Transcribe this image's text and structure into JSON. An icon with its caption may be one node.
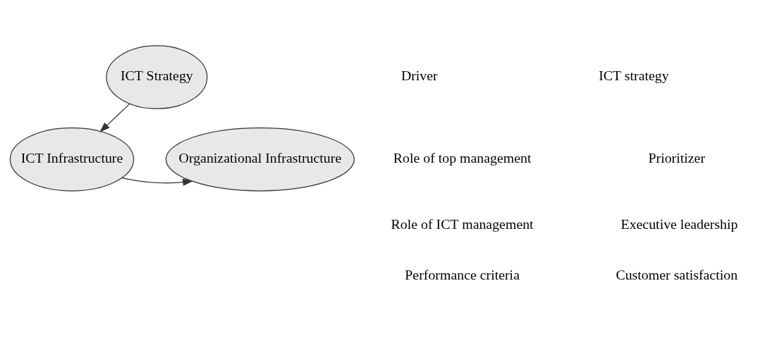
{
  "diagram": {
    "nodes": [
      {
        "text": [
          "ICT Strategy"
        ]
      },
      {
        "text": [
          "ICT Infrastructure"
        ]
      },
      {
        "text": [
          "Organizational Infrastructure"
        ]
      }
    ],
    "edges": [
      {
        "from": 0,
        "to": 1,
        "arrow": "to"
      },
      {
        "from": 1,
        "to": 2,
        "arrow": "to"
      }
    ],
    "labels": [
      "Driver",
      "ICT strategy",
      "Role of top management",
      "Prioritizer",
      "Role of ICT management",
      "Executive leadership",
      "Performance criteria",
      "Customer satisfaction"
    ]
  }
}
